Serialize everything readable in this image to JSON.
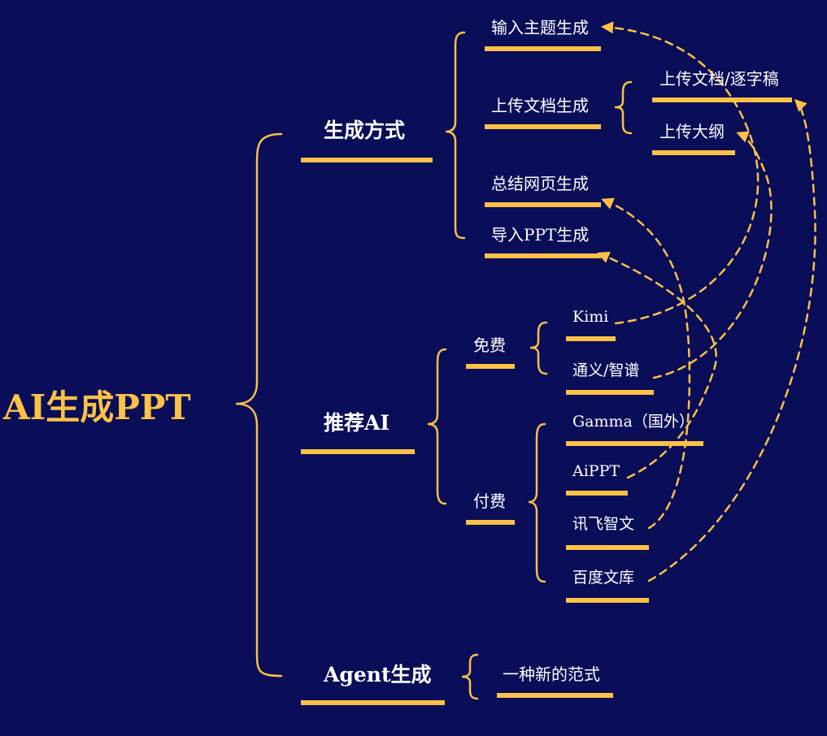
{
  "colors": {
    "background": "#0a0d58",
    "accent": "#fcc146",
    "text": "#ffffff"
  },
  "root": {
    "label": "AI生成PPT"
  },
  "branches": {
    "generation": {
      "label": "生成方式",
      "items": {
        "topic": "输入主题生成",
        "upload_doc": "上传文档生成",
        "upload_doc_children": {
          "verbatim": "上传文档/逐字稿",
          "outline": "上传大纲"
        },
        "webpage": "总结网页生成",
        "import_ppt": "导入PPT生成"
      }
    },
    "recommended": {
      "label": "推荐AI",
      "free": {
        "label": "免费",
        "items": [
          "Kimi",
          "通义/智谱"
        ]
      },
      "paid": {
        "label": "付费",
        "items": [
          "Gamma（国外）",
          "AiPPT",
          "讯飞智文",
          "百度文库"
        ]
      }
    },
    "agent": {
      "label": "Agent生成",
      "items": [
        "一种新的范式"
      ]
    }
  }
}
